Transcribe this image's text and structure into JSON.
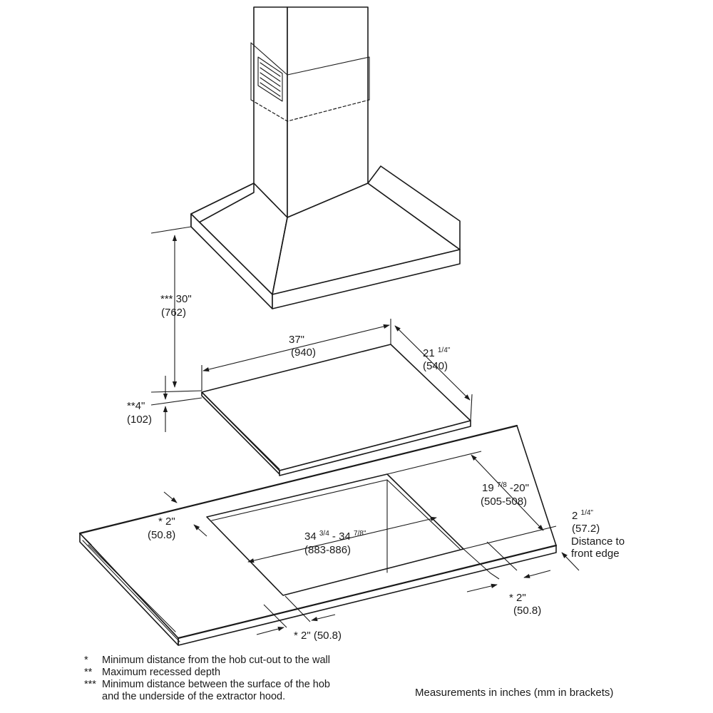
{
  "labels": {
    "height_in": "*** 30\"",
    "height_mm": "(762)",
    "recess_in": "**4\"",
    "recess_mm": "(102)",
    "width_in": "37\"",
    "width_mm": "(940)",
    "depth_in_whole": "21 ",
    "depth_in_frac": "1/4\"",
    "depth_mm": "(540)",
    "cutout_depth_whole": "19 ",
    "cutout_depth_frac": "7/8",
    "cutout_depth_rest": " -20\"",
    "cutout_depth_mm": "(505-508)",
    "edge_whole": "2 ",
    "edge_frac": "1/4\"",
    "edge_mm": "(57.2)",
    "edge_note_1": "Distance to",
    "edge_note_2": "front edge",
    "cutout_width_a": "34 ",
    "cutout_width_a_frac": "3/4",
    "cutout_width_b": " - 34 ",
    "cutout_width_b_frac": "7/8\"",
    "cutout_width_mm": "(883-886)",
    "left_clear_in": "* 2\"",
    "left_clear_mm": "(50.8)",
    "right_clear_in": "* 2\"",
    "right_clear_mm": "(50.8)",
    "front_clear": "* 2\" (50.8)"
  },
  "legend": [
    {
      "mark": "*",
      "text": "Minimum distance from the hob cut-out to the wall"
    },
    {
      "mark": "**",
      "text": "Maximum recessed depth"
    },
    {
      "mark": "***",
      "text": "Minimum distance between the surface of the hob"
    },
    {
      "mark": "",
      "text": "and the underside of the extractor hood."
    }
  ],
  "measurements_note": "Measurements in inches (mm in brackets)"
}
